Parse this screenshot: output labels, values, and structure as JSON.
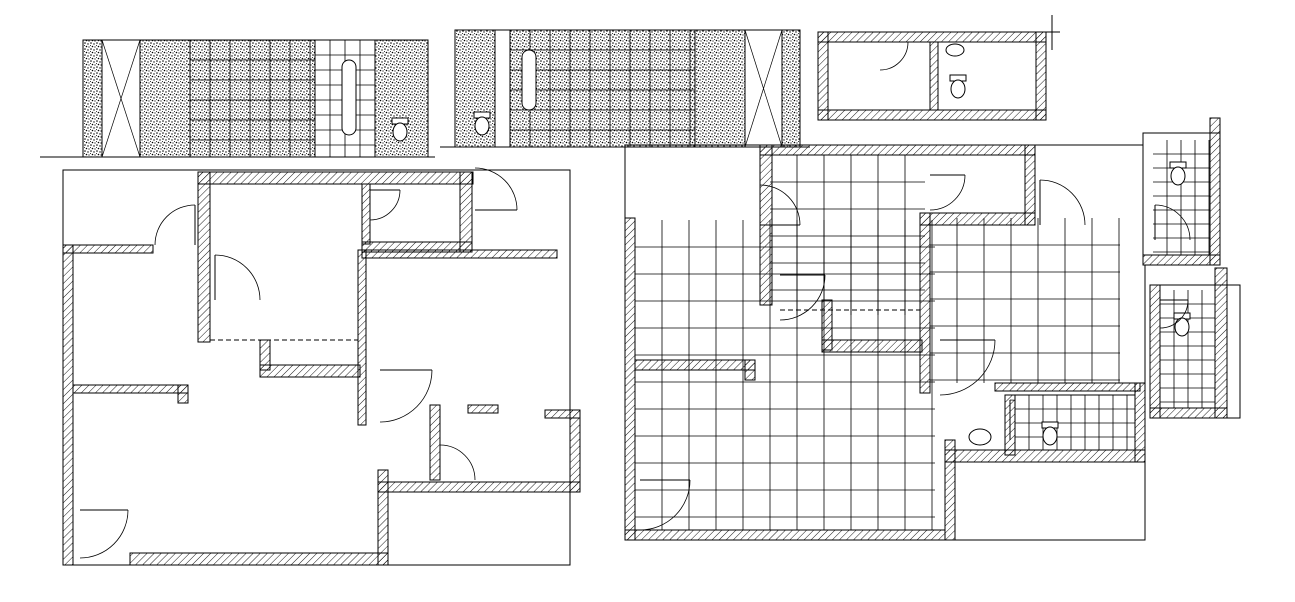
{
  "drawing": {
    "colors": {
      "background": "#ffffff",
      "line": "#000000"
    },
    "views": [
      {
        "kind": "elevation"
      },
      {
        "kind": "elevation"
      },
      {
        "kind": "bathroom-plan"
      },
      {
        "kind": "floor-plan"
      },
      {
        "kind": "floor-plan-tiled"
      },
      {
        "kind": "bathroom-plan"
      },
      {
        "kind": "bathroom-plan"
      }
    ]
  }
}
